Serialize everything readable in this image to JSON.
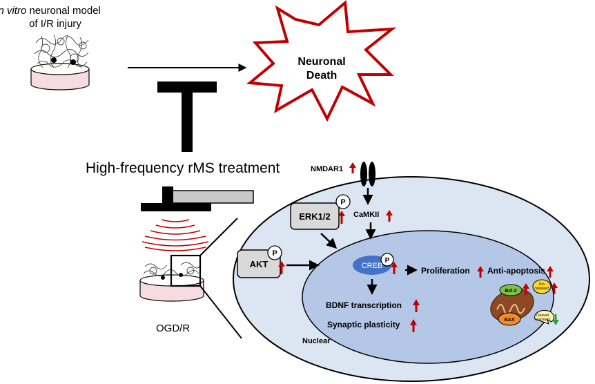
{
  "model": {
    "line1_italic": "in vitro",
    "line1_rest": " neuronal model",
    "line2": "of I/R injury"
  },
  "death": {
    "line1": "Neuronal",
    "line2": "Death"
  },
  "treatment": {
    "label": "High-frequency rMS treatment"
  },
  "condition": {
    "label": "OGD/R"
  },
  "receptor": {
    "label": "NMDAR1"
  },
  "kinases": {
    "erk": "ERK1/2",
    "akt": "AKT",
    "camkii": "CaMKII",
    "creb": "CREB",
    "phospho": "P"
  },
  "outcomes": {
    "proliferation": "Proliferation",
    "anti_apoptosis": "Anti-apoptosis",
    "bdnf": "BDNF transcription",
    "synaptic": "Synaptic plasticity"
  },
  "apoptosis_proteins": {
    "bcl2": "Bcl-2",
    "pro_line1": "Pro",
    "pro_line2": "caspase3",
    "bax": "BAX",
    "cleaved_line1": "Cleaved",
    "cleaved_line2": "caspase3"
  },
  "nucleus": {
    "label": "Nuclear"
  },
  "colors": {
    "up_arrow": "#c00000",
    "down_arrow": "#2e9e3e",
    "cell": "#dce6f2",
    "nucleus": "#b4c7e7",
    "creb": "#4472c4",
    "death_outline": "#c00000"
  }
}
